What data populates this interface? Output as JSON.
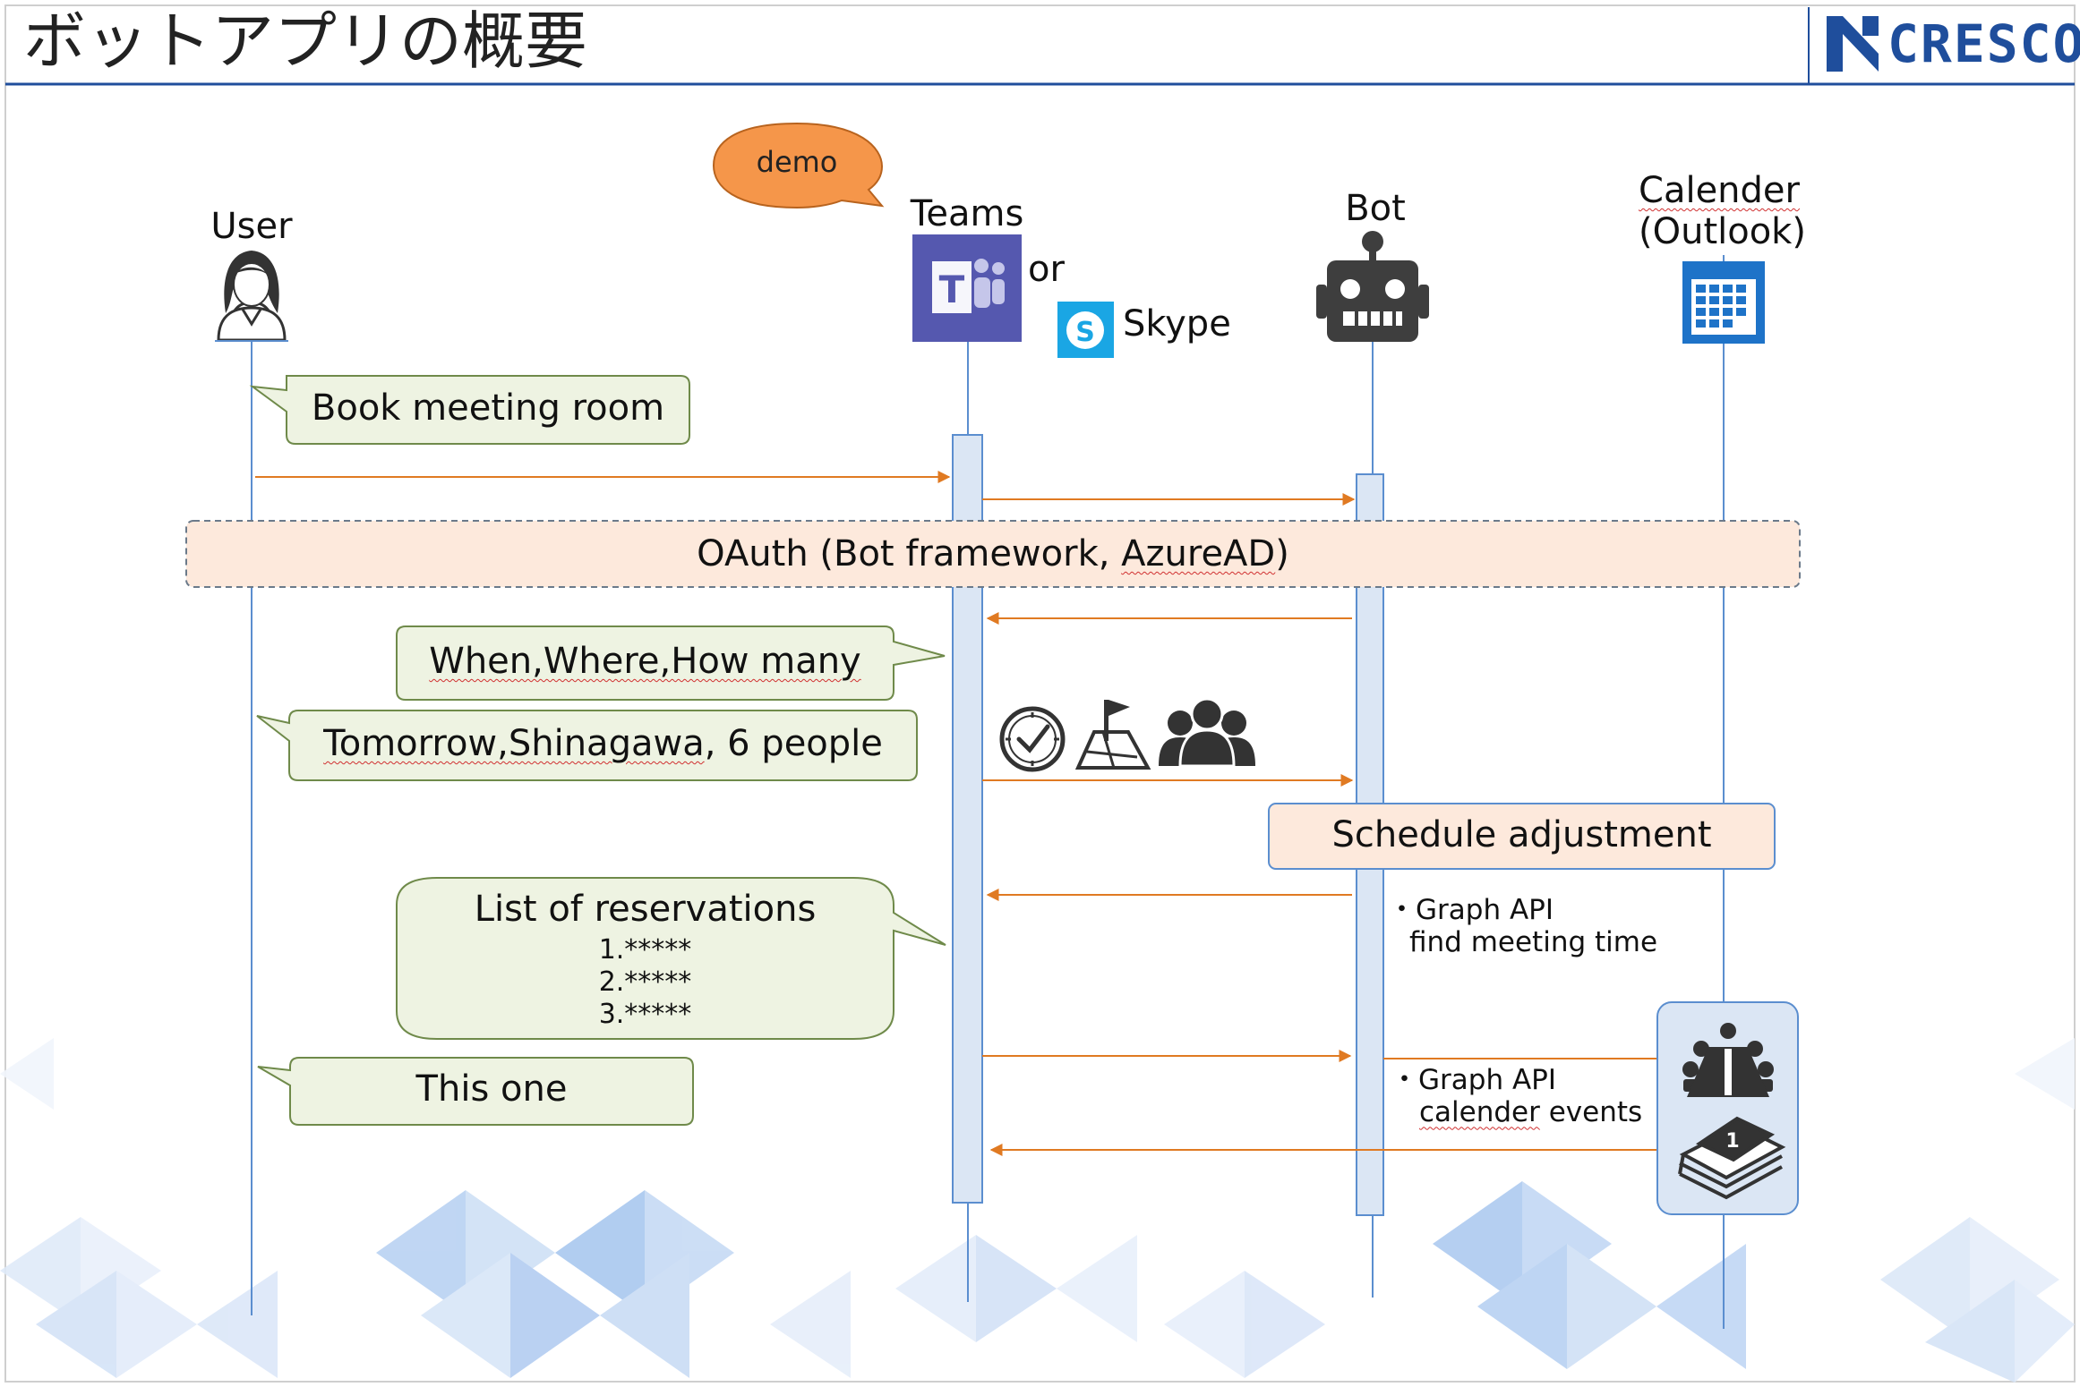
{
  "title": "ボットアプリの概要",
  "logo": {
    "text": "CRESCO",
    "color": "#1f4e9c"
  },
  "actors": {
    "user": "User",
    "teams": "Teams",
    "or": "or",
    "skype": "Skype",
    "bot": "Bot",
    "calendar_line1": "Calender",
    "calendar_line2": "(Outlook)"
  },
  "demo_label": "demo",
  "messages": {
    "book": "Book meeting room",
    "oauth_prefix": "OAuth (Bot framework, ",
    "oauth_azure": "AzureAD",
    "oauth_suffix": ")",
    "when_where": "When,Where,How many",
    "answer_prefix": "Tomorrow,Shinagawa",
    "answer_suffix": ", 6 people",
    "schedule": "Schedule adjustment",
    "reservations_title": "List of reservations",
    "reservations": [
      "1.*****",
      "2.*****",
      "3.*****"
    ],
    "this_one": "This one",
    "graph1_line1": "・Graph API",
    "graph1_line2": "find meeting time",
    "graph2_line1": "・Graph API",
    "graph2_line2a": "calender",
    "graph2_line2b": " events"
  },
  "icons": [
    "clock-icon",
    "map-flag-icon",
    "people-group-icon",
    "conference-icon",
    "calendar-book-icon",
    "teams-icon",
    "skype-icon",
    "robot-icon",
    "outlook-calendar-icon",
    "user-avatar-icon"
  ],
  "colors": {
    "arrow": "#e07a22",
    "bubble_fill": "#eef3e2",
    "bubble_stroke": "#6f8a4a",
    "oauth_fill": "#fde9dc",
    "lifeline": "#5b8ecf",
    "activation_fill": "#dbe6f4",
    "demo_fill": "#f5964a",
    "teams_purple": "#5558af",
    "skype_blue": "#1aa6e4",
    "outlook_blue": "#1e73c8"
  }
}
